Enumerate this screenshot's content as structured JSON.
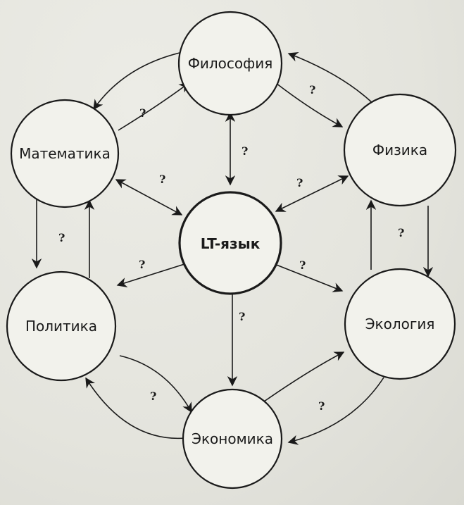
{
  "nodes": {
    "philosophy": {
      "label": "Философия"
    },
    "physics": {
      "label": "Физика"
    },
    "mathematics": {
      "label": "Математика"
    },
    "lt": {
      "label": "LT-язык"
    },
    "politics": {
      "label": "Политика"
    },
    "ecology": {
      "label": "Экология"
    },
    "economics": {
      "label": "Экономика"
    }
  },
  "question_mark": "?",
  "colors": {
    "ink": "#1a1a1a",
    "node_fill": "#f2f2ec",
    "paper": "#e6e6df"
  }
}
